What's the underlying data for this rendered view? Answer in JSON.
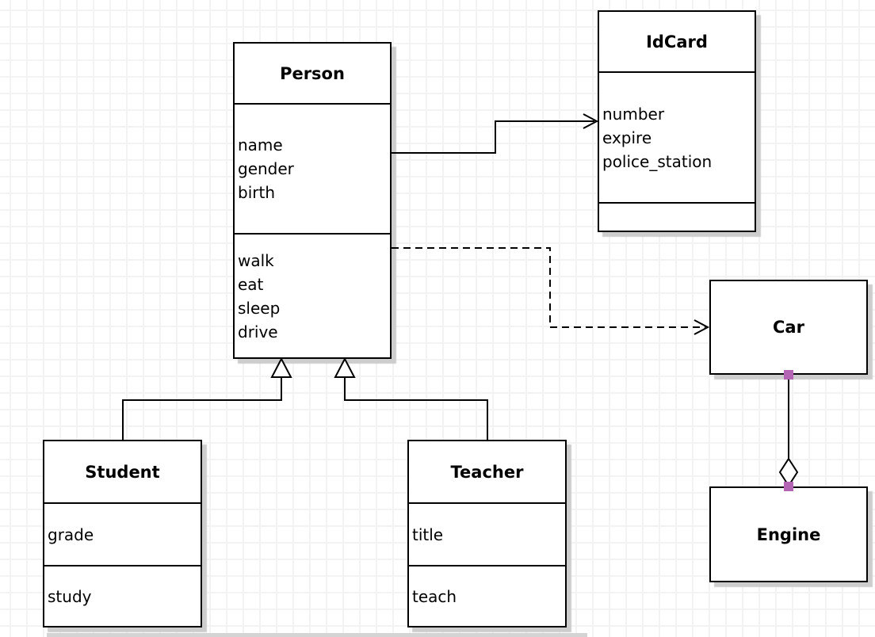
{
  "diagram": {
    "kind": "uml-class-diagram",
    "grid_color": "#f3f3f3",
    "endpoint_color": "#b365b3",
    "classes": [
      {
        "name": "Person",
        "attributes": [
          "name",
          "gender",
          "birth"
        ],
        "methods": [
          "walk",
          "eat",
          "sleep",
          "drive"
        ]
      },
      {
        "name": "IdCard",
        "attributes": [
          "number",
          "expire",
          "police_station"
        ],
        "methods": []
      },
      {
        "name": "Car",
        "attributes": [],
        "methods": []
      },
      {
        "name": "Engine",
        "attributes": [],
        "methods": []
      },
      {
        "name": "Student",
        "attributes": [
          "grade"
        ],
        "methods": [
          "study"
        ]
      },
      {
        "name": "Teacher",
        "attributes": [
          "title"
        ],
        "methods": [
          "teach"
        ]
      }
    ],
    "relationships": [
      {
        "from": "Person",
        "to": "IdCard",
        "type": "association",
        "line": "solid",
        "arrow": "open"
      },
      {
        "from": "Person",
        "to": "Car",
        "type": "dependency",
        "line": "dashed",
        "arrow": "open"
      },
      {
        "from": "Student",
        "to": "Person",
        "type": "generalization",
        "line": "solid",
        "arrow": "hollow-triangle"
      },
      {
        "from": "Teacher",
        "to": "Person",
        "type": "generalization",
        "line": "solid",
        "arrow": "hollow-triangle"
      },
      {
        "from": "Car",
        "to": "Engine",
        "type": "aggregation",
        "line": "solid",
        "arrow": "hollow-diamond"
      }
    ]
  }
}
